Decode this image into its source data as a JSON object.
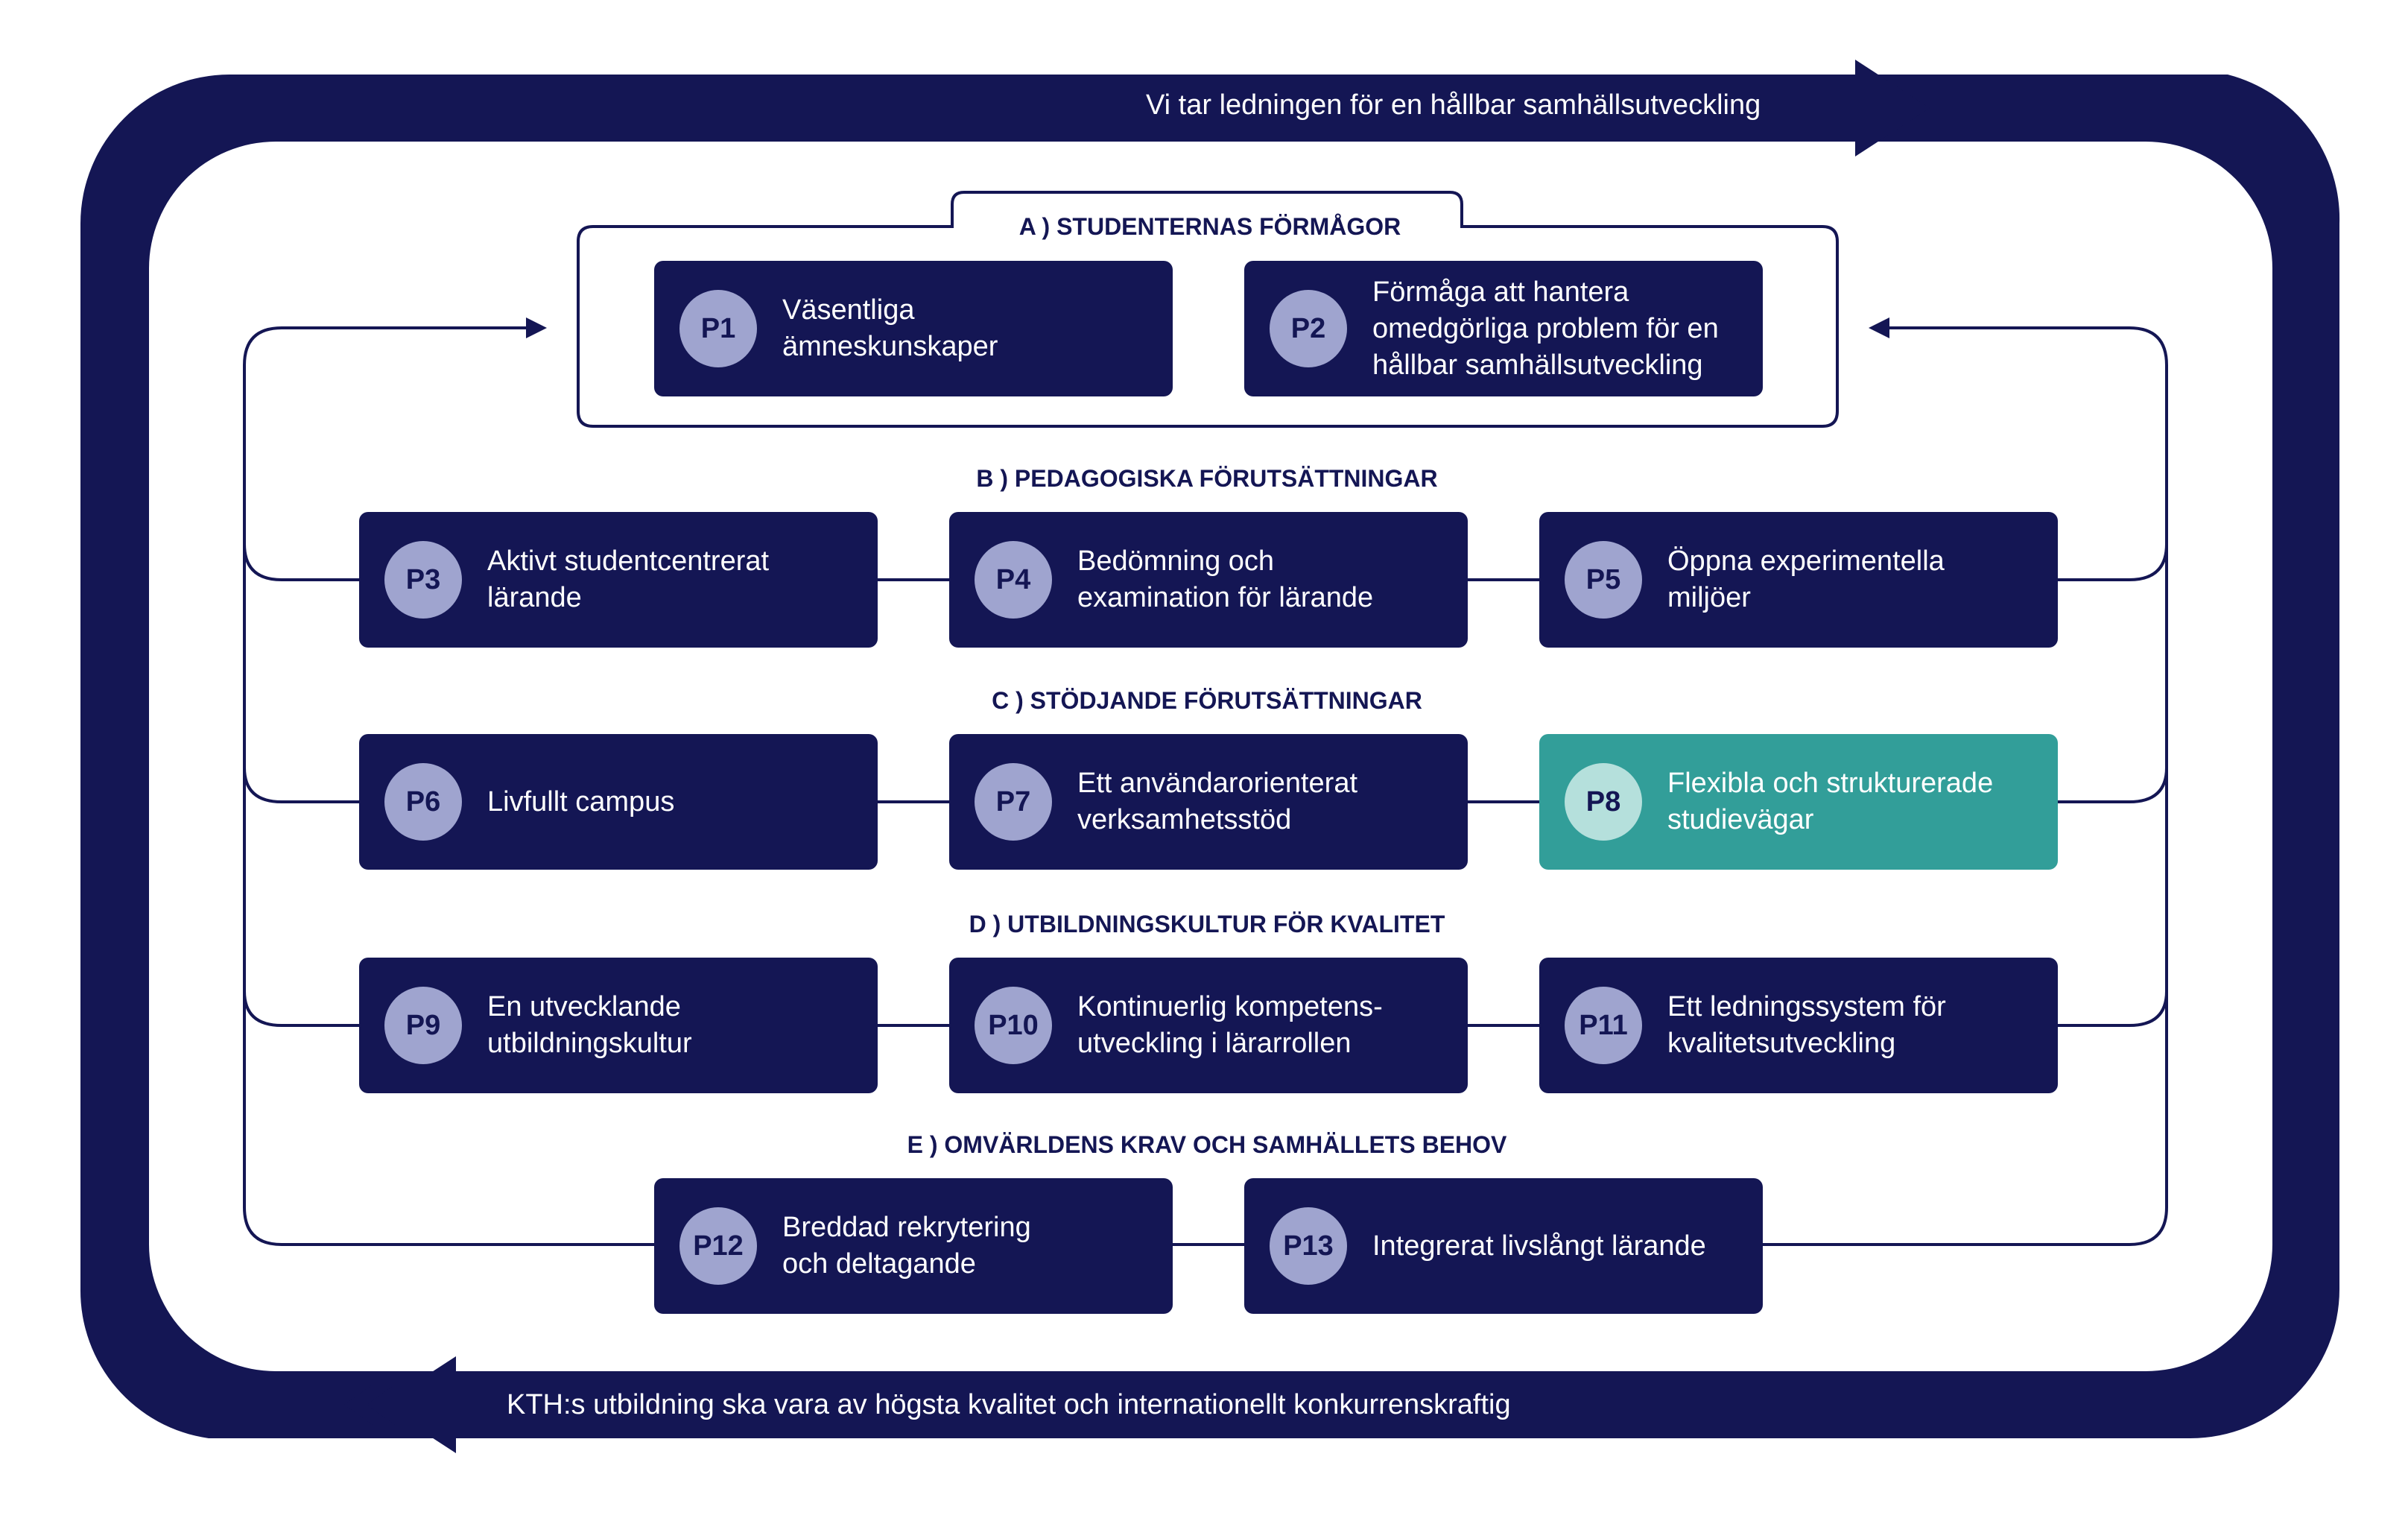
{
  "banners": {
    "top": "Vi tar ledningen för en hållbar samhällsutveckling",
    "bottom": "KTH:s utbildning ska vara av högsta kvalitet och internationellt konkurrenskraftig"
  },
  "sections": [
    {
      "letter": "A )",
      "title": "STUDENTERNAS FÖRMÅGOR"
    },
    {
      "letter": "B )",
      "title": "PEDAGOGISKA FÖRUTSÄTTNINGAR"
    },
    {
      "letter": "C )",
      "title": "STÖDJANDE FÖRUTSÄTTNINGAR"
    },
    {
      "letter": "D )",
      "title": "UTBILDNINGSKULTUR FÖR KVALITET"
    },
    {
      "letter": "E )",
      "title": "OMVÄRLDENS KRAV OCH SAMHÄLLETS BEHOV"
    }
  ],
  "boxes": [
    {
      "code": "P1",
      "label": "Väsentliga\nämneskunskaper"
    },
    {
      "code": "P2",
      "label": "Förmåga att hantera\nomedgörliga problem för en\nhållbar samhällsutveckling"
    },
    {
      "code": "P3",
      "label": "Aktivt studentcentrerat\nlärande"
    },
    {
      "code": "P4",
      "label": "Bedömning och\nexamination för lärande"
    },
    {
      "code": "P5",
      "label": "Öppna experimentella\nmiljöer"
    },
    {
      "code": "P6",
      "label": "Livfullt campus"
    },
    {
      "code": "P7",
      "label": "Ett användarorienterat\nverksamhetsstöd"
    },
    {
      "code": "P8",
      "label": "Flexibla och strukturerade\nstudievägar"
    },
    {
      "code": "P9",
      "label": "En utvecklande\nutbildningskultur"
    },
    {
      "code": "P10",
      "label": "Kontinuerlig kompetens-\nutveckling i lärarrollen"
    },
    {
      "code": "P11",
      "label": "Ett ledningssystem för\nkvalitetsutveckling"
    },
    {
      "code": "P12",
      "label": "Breddad rekrytering\noch deltagande"
    },
    {
      "code": "P13",
      "label": "Integrerat livslångt lärande"
    }
  ],
  "colors": {
    "navy": "#141654",
    "teal": "#329e99",
    "badge": "#9fa4cf",
    "badge_highlight": "#b5e0dc"
  }
}
